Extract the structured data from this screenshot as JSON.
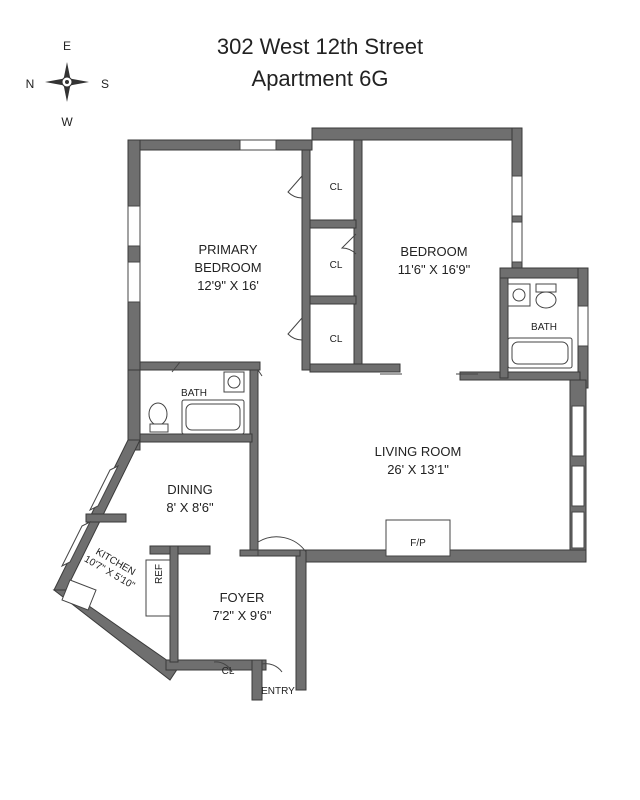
{
  "title": {
    "line1": "302 West 12th Street",
    "line2": "Apartment 6G"
  },
  "compass": {
    "north": "N",
    "south": "S",
    "east": "E",
    "west": "W"
  },
  "rooms": {
    "primary_bedroom": {
      "name1": "PRIMARY",
      "name2": "BEDROOM",
      "size": "12'9\" X 16'"
    },
    "bedroom": {
      "name": "BEDROOM",
      "size": "11'6\" X 16'9\""
    },
    "living_room": {
      "name": "LIVING ROOM",
      "size": "26' X 13'1\""
    },
    "dining": {
      "name": "DINING",
      "size": "8' X 8'6\""
    },
    "kitchen": {
      "name": "KITCHEN",
      "size": "10'7\" X 5'10\""
    },
    "foyer": {
      "name": "FOYER",
      "size": "7'2\" X 9'6\""
    },
    "bath_left": {
      "name": "BATH"
    },
    "bath_right": {
      "name": "BATH"
    },
    "closet1": {
      "name": "CL"
    },
    "closet2": {
      "name": "CL"
    },
    "closet3": {
      "name": "CL"
    },
    "closet_foyer": {
      "name": "CL"
    }
  },
  "labels": {
    "fireplace": "F/P",
    "refrigerator": "REF",
    "entry": "ENTRY"
  }
}
